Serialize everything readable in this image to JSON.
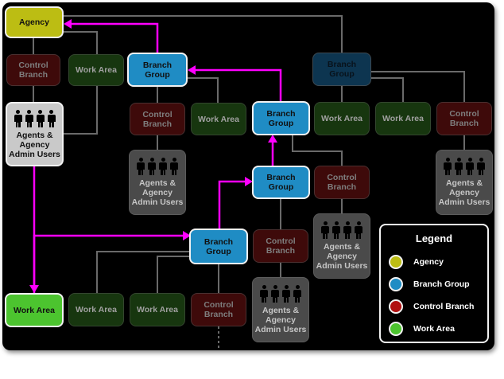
{
  "nodes": {
    "agency": "Agency",
    "control_branch_1": "Control\nBranch",
    "work_area_1": "Work Area",
    "users_1": "Agents &\nAgency\nAdmin Users",
    "branch_group_1": "Branch\nGroup",
    "branch_group_dim": "Branch\nGroup",
    "control_branch_2": "Control\nBranch",
    "work_area_2": "Work Area",
    "branch_group_2": "Branch\nGroup",
    "work_area_3": "Work Area",
    "work_area_4": "Work Area",
    "control_branch_3": "Control\nBranch",
    "users_2": "Agents &\nAgency\nAdmin Users",
    "branch_group_3": "Branch\nGroup",
    "control_branch_4": "Control\nBranch",
    "users_3": "Agents &\nAgency\nAdmin Users",
    "users_4": "Agents &\nAgency\nAdmin Users",
    "branch_group_4": "Branch\nGroup",
    "control_branch_5": "Control\nBranch",
    "users_5": "Agents &\nAgency\nAdmin Users",
    "work_area_active": "Work Area",
    "work_area_5": "Work Area",
    "work_area_6": "Work Area",
    "control_branch_6": "Control\nBranch"
  },
  "legend": {
    "title": "Legend",
    "items": [
      {
        "label": "Agency",
        "color": "#bcbd13"
      },
      {
        "label": "Branch Group",
        "color": "#1f8cc4"
      },
      {
        "label": "Control Branch",
        "color": "#b01010"
      },
      {
        "label": "Work Area",
        "color": "#4cc42f"
      }
    ]
  },
  "colors": {
    "path_highlight": "#ff00ff",
    "connector": "#6a6a6a"
  }
}
